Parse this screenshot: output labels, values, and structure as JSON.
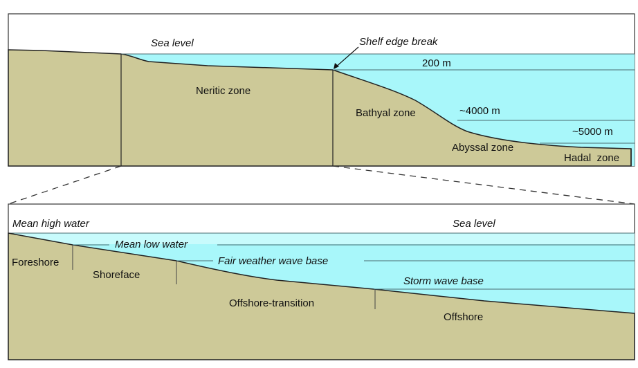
{
  "top_panel": {
    "sea_level": "Sea level",
    "shelf_edge_break": "Shelf edge break",
    "depth_200": "200 m",
    "depth_4000": "~4000 m",
    "depth_5000": "~5000 m",
    "neritic": "Neritic zone",
    "bathyal": "Bathyal zone",
    "abyssal": "Abyssal zone",
    "hadal": "Hadal  zone"
  },
  "bottom_panel": {
    "mean_high_water": "Mean high water",
    "sea_level": "Sea level",
    "mean_low_water": "Mean low water",
    "fair_weather_wave_base": "Fair weather wave base",
    "storm_wave_base": "Storm wave base",
    "foreshore": "Foreshore",
    "shoreface": "Shoreface",
    "offshore_transition": "Offshore-transition",
    "offshore": "Offshore"
  },
  "colors": {
    "land": "#cdc998",
    "water": "#a8f7fa",
    "water_light": "#c8fbfc",
    "line": "#222222"
  }
}
